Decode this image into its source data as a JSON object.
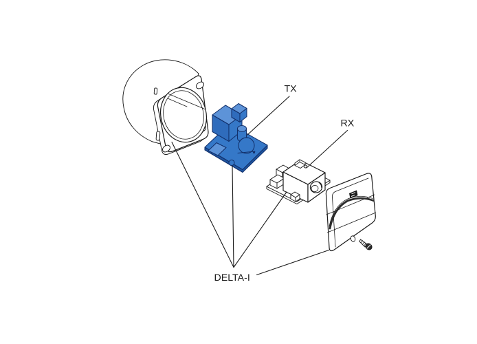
{
  "diagram": {
    "labels": {
      "tx": "TX",
      "rx": "RX",
      "product": "DELTA-I"
    },
    "colors": {
      "background": "#ffffff",
      "line": "#1a1a1a",
      "board_blue": "#3578c8",
      "board_blue_light": "#5d93d8",
      "board_blue_mid": "#2f6cbc",
      "board_blue_dark": "#1e55a0",
      "blue_outline": "#12306b"
    }
  }
}
